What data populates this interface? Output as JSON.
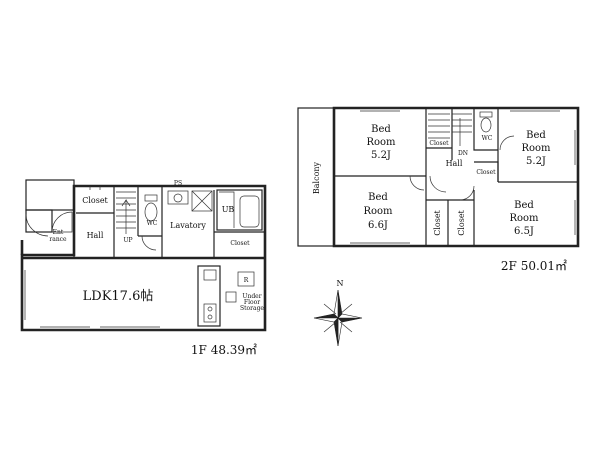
{
  "floor1": {
    "rooms": {
      "closet": "Closet",
      "hall": "Hall",
      "entrance_line1": "Ent",
      "entrance_line2": "rance",
      "up": "UP",
      "wc": "WC",
      "lavatory": "Lavatory",
      "ub": "UB",
      "closet2": "Closet",
      "ps": "PS",
      "ldk": "LDK17.6帖",
      "under_floor_line1": "Under",
      "under_floor_line2": "Floor",
      "under_floor_line3": "Storage",
      "r_mark": "R"
    },
    "area": "1F 48.39㎡"
  },
  "floor2": {
    "rooms": {
      "balcony": "Balcony",
      "bed1_line1": "Bed",
      "bed1_line2": "Room",
      "bed1_line3": "5.2J",
      "bed2_line1": "Bed",
      "bed2_line2": "Room",
      "bed2_line3": "5.2J",
      "bed3_line1": "Bed",
      "bed3_line2": "Room",
      "bed3_line3": "6.6J",
      "bed4_line1": "Bed",
      "bed4_line2": "Room",
      "bed4_line3": "6.5J",
      "closet_a": "Closet",
      "closet_b": "Closet",
      "closet_c": "Closet",
      "closet_d": "Closet",
      "hall": "Hall",
      "dn": "DN",
      "wc": "WC"
    },
    "area": "2F 50.01㎡"
  },
  "compass": {
    "north": "N"
  }
}
